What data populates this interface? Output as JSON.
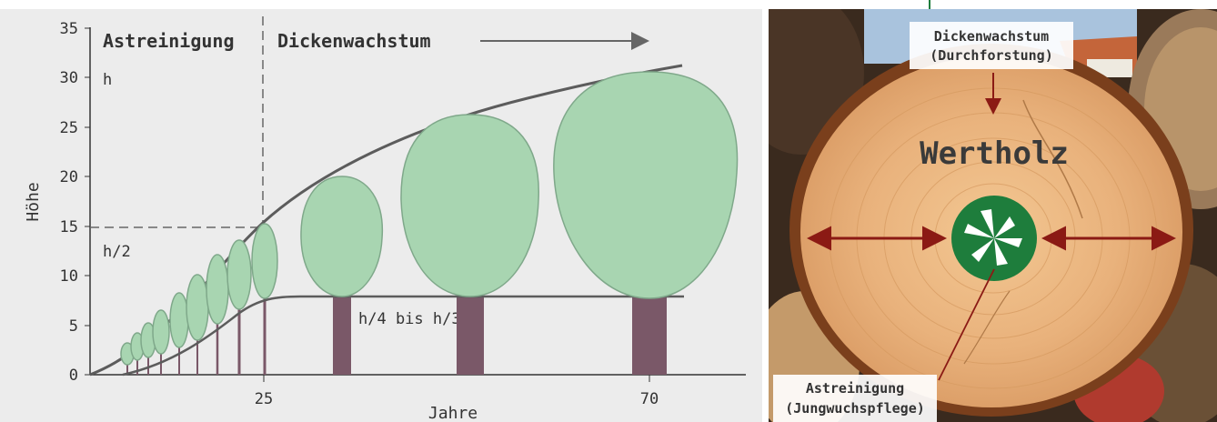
{
  "left_panel": {
    "y_axis_label": "Höhe",
    "x_axis_label": "Jahre",
    "y_ticks": [
      "0",
      "5",
      "10",
      "15",
      "20",
      "25",
      "30",
      "35"
    ],
    "x_ticks": [
      "25",
      "70"
    ],
    "phase_left": "Astreinigung",
    "phase_right": "Dickenwachstum",
    "label_h": "h",
    "label_h_half": "h/2",
    "label_crown_base": "h/4 bis h/3",
    "colors": {
      "crown": "#a8d5b1",
      "crown_stroke": "#7fa88a",
      "trunk": "#7a5868",
      "curve": "#5c5c5c",
      "bg": "#ececec"
    }
  },
  "right_panel": {
    "center_label": "Wertholz",
    "top_label_line1": "Dickenwachstum",
    "top_label_line2": "(Durchforstung)",
    "bottom_label_line1": "Astreinigung",
    "bottom_label_line2": "(Jungwuchspflege)",
    "colors": {
      "wood": "#e7b07a",
      "bark": "#7a3f1c",
      "arrow": "#8b1a14",
      "core": "#1e7d3c"
    }
  }
}
